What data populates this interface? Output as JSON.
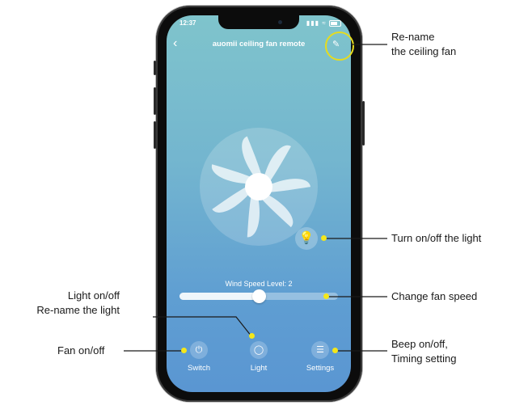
{
  "status_bar": {
    "time": "12:37",
    "signal": "▮▮▮ ⌕"
  },
  "header": {
    "back_icon": "chevron-left-icon",
    "title": "auomii ceiling fan remote",
    "edit_icon": "pencil-icon"
  },
  "fan": {
    "icon": "fan-icon"
  },
  "light_button": {
    "icon": "lightbulb-icon"
  },
  "speed": {
    "label": "Wind Speed Level: 2",
    "level_fraction": 0.5
  },
  "controls": [
    {
      "label": "Switch",
      "icon": "power-icon"
    },
    {
      "label": "Light",
      "icon": "lightbulb-icon"
    },
    {
      "label": "Settings",
      "icon": "settings-icon"
    }
  ],
  "annotations": {
    "rename_fan": [
      "Re-name",
      "the ceiling fan"
    ],
    "light_toggle": "Turn on/off the light",
    "fan_speed": "Change fan speed",
    "light_rename": [
      "Light on/off",
      "Re-name the light"
    ],
    "fan_toggle": "Fan on/off",
    "settings": [
      "Beep on/off,",
      "Timing setting"
    ]
  },
  "colors": {
    "accent_dot": "#f4e71a",
    "screen_top": "#7fc4cc",
    "screen_bottom": "#5a96d2"
  }
}
